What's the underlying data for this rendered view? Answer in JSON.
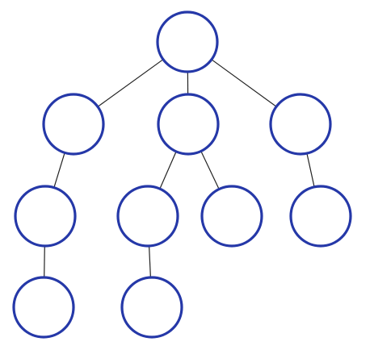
{
  "diagram": {
    "type": "tree",
    "colors": {
      "node_stroke": "#2538a8",
      "node_fill": "#ffffff",
      "edge": "#222222",
      "background": "#ffffff"
    },
    "nodes": [
      {
        "id": "root"
      },
      {
        "id": "left-child"
      },
      {
        "id": "middle-child"
      },
      {
        "id": "right-child"
      },
      {
        "id": "left-grandchild"
      },
      {
        "id": "middle-grandchild-left"
      },
      {
        "id": "middle-grandchild-right"
      },
      {
        "id": "right-grandchild"
      },
      {
        "id": "left-great-grandchild"
      },
      {
        "id": "middle-great-grandchild"
      }
    ],
    "edges": [
      {
        "from": "root",
        "to": "left-child"
      },
      {
        "from": "root",
        "to": "middle-child"
      },
      {
        "from": "root",
        "to": "right-child"
      },
      {
        "from": "left-child",
        "to": "left-grandchild"
      },
      {
        "from": "middle-child",
        "to": "middle-grandchild-left"
      },
      {
        "from": "middle-child",
        "to": "middle-grandchild-right"
      },
      {
        "from": "right-child",
        "to": "right-grandchild"
      },
      {
        "from": "left-grandchild",
        "to": "left-great-grandchild"
      },
      {
        "from": "middle-grandchild-left",
        "to": "middle-great-grandchild"
      }
    ]
  }
}
